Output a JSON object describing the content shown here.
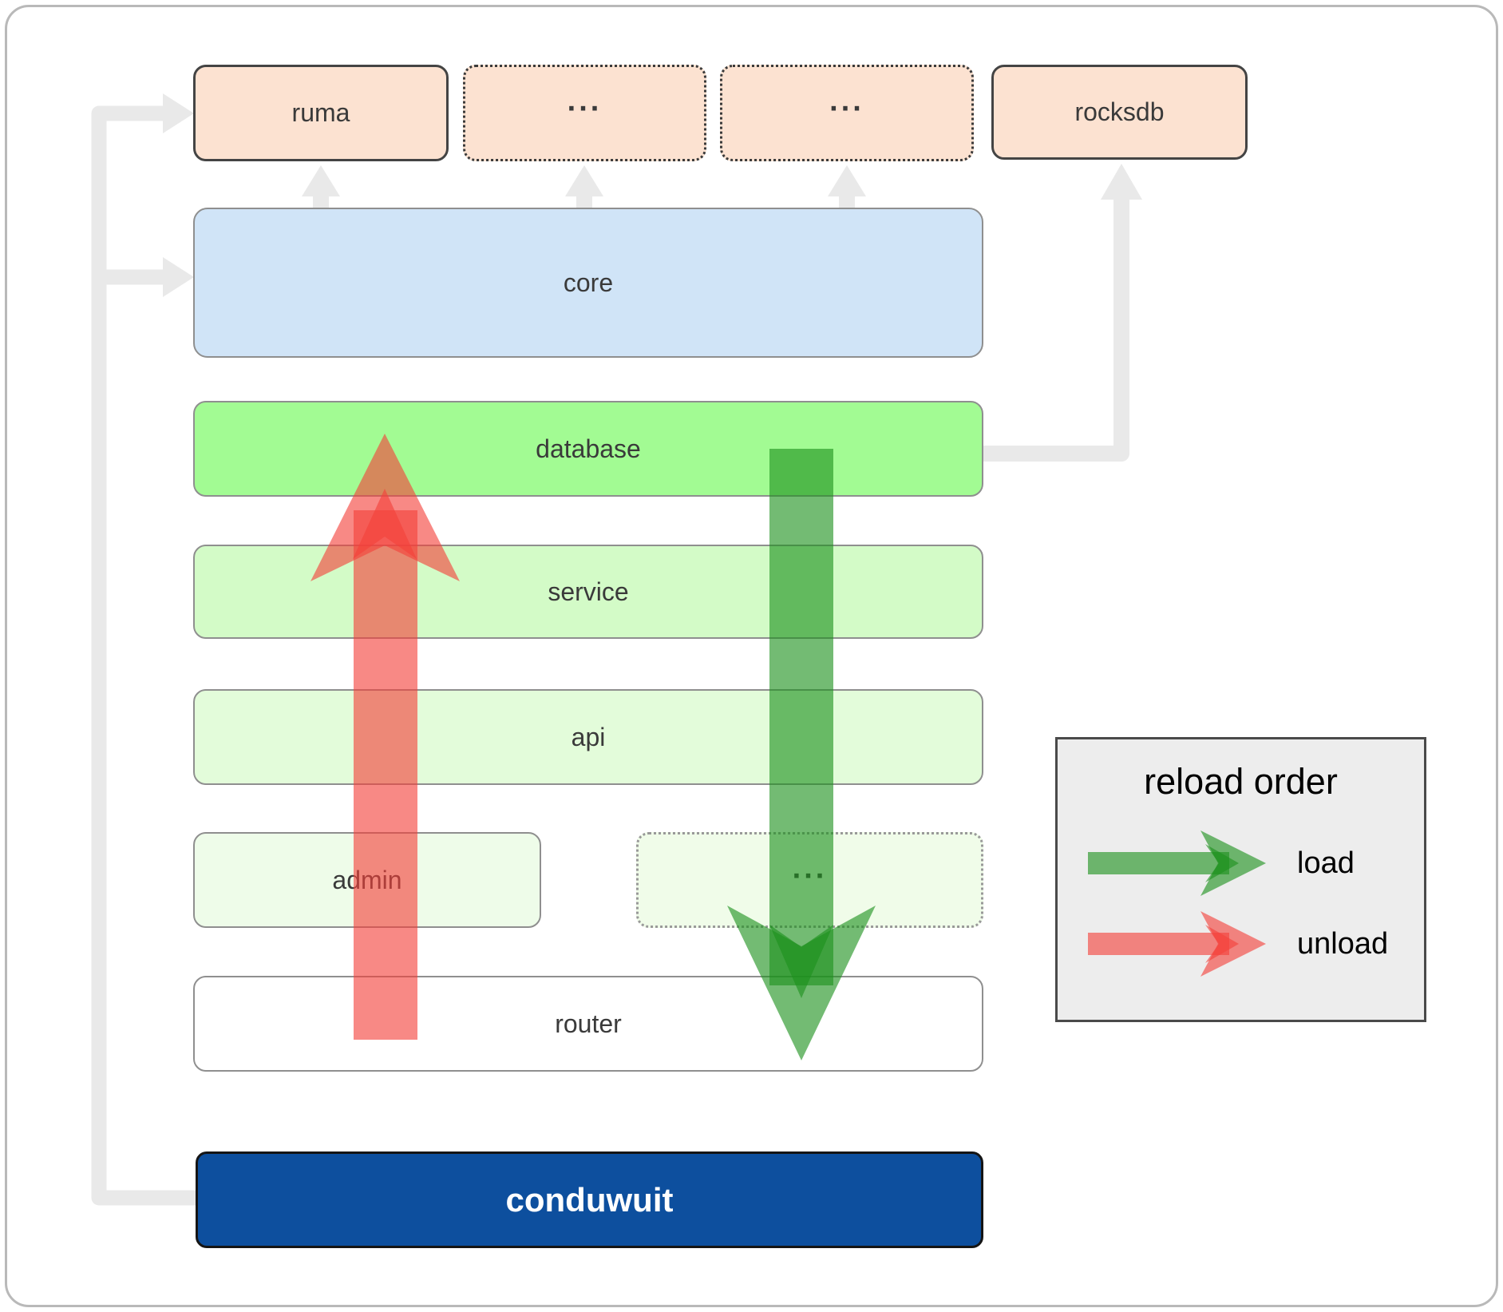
{
  "nodes": {
    "ruma": {
      "label": "ruma"
    },
    "more1": {
      "label": "..."
    },
    "more2": {
      "label": "..."
    },
    "rocksdb": {
      "label": "rocksdb"
    },
    "core": {
      "label": "core"
    },
    "database": {
      "label": "database"
    },
    "service": {
      "label": "service"
    },
    "api": {
      "label": "api"
    },
    "admin": {
      "label": "admin"
    },
    "admin_more": {
      "label": "..."
    },
    "router": {
      "label": "router"
    },
    "conduwuit": {
      "label": "conduwuit"
    }
  },
  "legend": {
    "title": "reload order",
    "items": [
      {
        "label": "load",
        "color": "#1d921d"
      },
      {
        "label": "unload",
        "color": "#f4413a"
      }
    ]
  },
  "colors": {
    "connector": "#e9e9e9",
    "node_peach": "#fce2d1",
    "node_blue": "#d0e4f7",
    "node_green": "#a2fb93",
    "node_green_lt": "#d3fbc7",
    "node_green_ltr": "#e3fcda",
    "node_green_faint": "#eefce9",
    "node_green_faint2": "#f0fce9",
    "node_white": "#ffffff",
    "conduwuit_blue": "#0d4f9e",
    "legend_bg": "#ededed"
  }
}
